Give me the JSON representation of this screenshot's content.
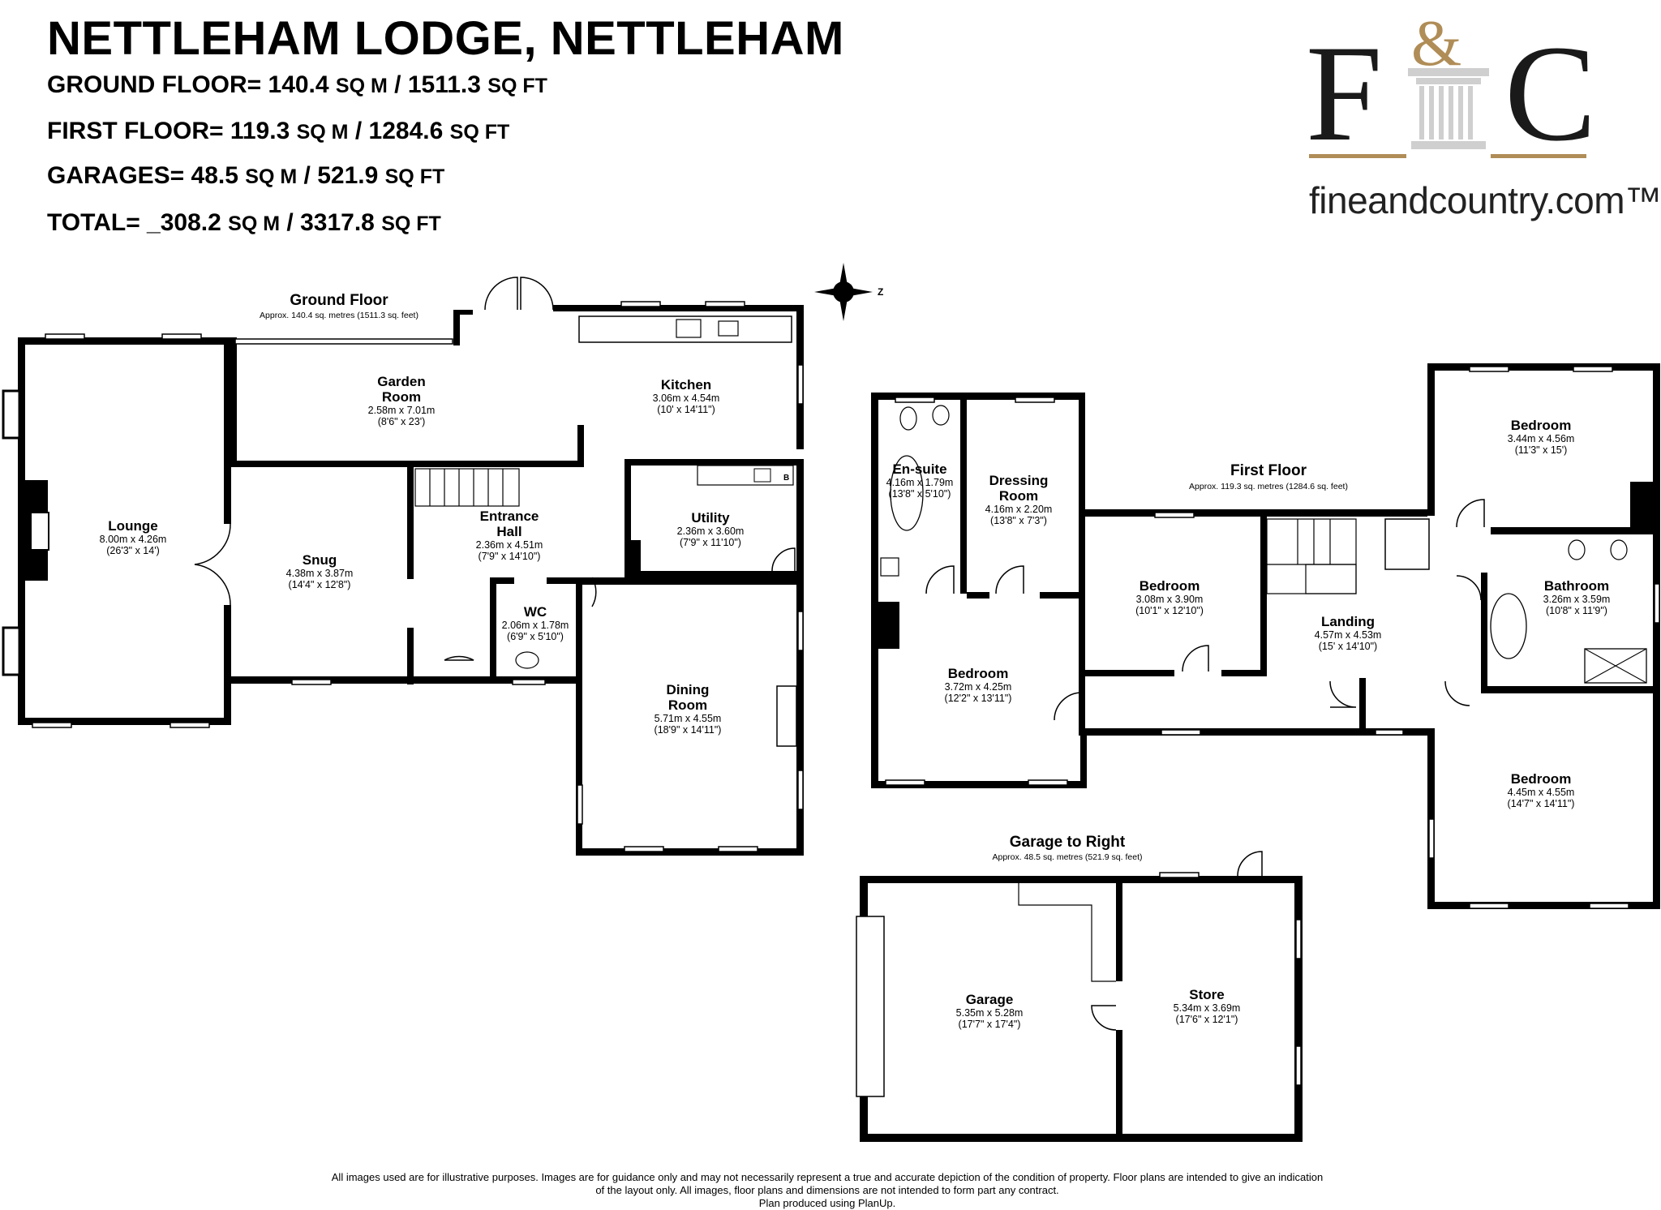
{
  "header": {
    "title": "NETTLEHAM LODGE, NETTLEHAM",
    "lines": [
      {
        "label": "GROUND FLOOR= 140.4",
        "u1": "SQ M",
        "mid": "/ 1511.3",
        "u2": "SQ FT"
      },
      {
        "label": "FIRST FLOOR= 119.3",
        "u1": "SQ M",
        "mid": "/ 1284.6",
        "u2": "SQ FT"
      },
      {
        "label": "GARAGES= 48.5",
        "u1": "SQ M",
        "mid": "/ 521.9",
        "u2": "SQ FT"
      },
      {
        "label": "TOTAL= _308.2",
        "u1": "SQ M",
        "mid": "/ 3317.8",
        "u2": "SQ FT"
      }
    ]
  },
  "logo": {
    "letters_left": "F",
    "ampersand": "&",
    "letters_right": "C",
    "website": "fineandcountry.com™",
    "brand_color": "#b08d57"
  },
  "compass": {
    "label": "Z"
  },
  "floors": {
    "ground": {
      "title": "Ground Floor",
      "subtitle": "Approx. 140.4 sq. metres (1511.3 sq. feet)"
    },
    "first": {
      "title": "First Floor",
      "subtitle": "Approx. 119.3 sq. metres (1284.6 sq. feet)"
    },
    "garage": {
      "title": "Garage to Right",
      "subtitle": "Approx. 48.5 sq. metres (521.9 sq. feet)"
    }
  },
  "rooms": {
    "lounge": {
      "name": "Lounge",
      "metric": "8.00m x 4.26m",
      "imperial": "(26'3\" x 14')"
    },
    "garden_room": {
      "name": "Garden",
      "name2": "Room",
      "metric": "2.58m x 7.01m",
      "imperial": "(8'6\" x 23')"
    },
    "kitchen": {
      "name": "Kitchen",
      "metric": "3.06m x 4.54m",
      "imperial": "(10' x 14'11\")"
    },
    "snug": {
      "name": "Snug",
      "metric": "4.38m x 3.87m",
      "imperial": "(14'4\" x 12'8\")"
    },
    "entrance_hall": {
      "name": "Entrance",
      "name2": "Hall",
      "metric": "2.36m x 4.51m",
      "imperial": "(7'9\" x 14'10\")"
    },
    "utility": {
      "name": "Utility",
      "metric": "2.36m x 3.60m",
      "imperial": "(7'9\" x 11'10\")",
      "boiler": "B"
    },
    "wc": {
      "name": "WC",
      "metric": "2.06m x 1.78m",
      "imperial": "(6'9\" x 5'10\")"
    },
    "dining_room": {
      "name": "Dining",
      "name2": "Room",
      "metric": "5.71m x 4.55m",
      "imperial": "(18'9\" x 14'11\")"
    },
    "ensuite": {
      "name": "En-suite",
      "metric": "4.16m x 1.79m",
      "imperial": "(13'8\" x 5'10\")"
    },
    "dressing_room": {
      "name": "Dressing",
      "name2": "Room",
      "metric": "4.16m x 2.20m",
      "imperial": "(13'8\" x 7'3\")"
    },
    "bedroom_main": {
      "name": "Bedroom",
      "metric": "3.72m x 4.25m",
      "imperial": "(12'2\" x 13'11\")"
    },
    "bedroom_mid": {
      "name": "Bedroom",
      "metric": "3.08m x 3.90m",
      "imperial": "(10'1\" x 12'10\")"
    },
    "landing": {
      "name": "Landing",
      "metric": "4.57m x 4.53m",
      "imperial": "(15' x 14'10\")"
    },
    "bedroom_top_right": {
      "name": "Bedroom",
      "metric": "3.44m x 4.56m",
      "imperial": "(11'3\" x 15')"
    },
    "bathroom": {
      "name": "Bathroom",
      "metric": "3.26m x 3.59m",
      "imperial": "(10'8\" x 11'9\")"
    },
    "bedroom_bottom_right": {
      "name": "Bedroom",
      "metric": "4.45m x 4.55m",
      "imperial": "(14'7\" x 14'11\")"
    },
    "garage": {
      "name": "Garage",
      "metric": "5.35m x 5.28m",
      "imperial": "(17'7\" x 17'4\")"
    },
    "store": {
      "name": "Store",
      "metric": "5.34m x 3.69m",
      "imperial": "(17'6\" x 12'1\")"
    }
  },
  "disclaimer": {
    "line1": "All images used are for illustrative purposes. Images are for guidance only and may not necessarily represent a true and accurate depiction of the condition of property. Floor plans are intended to give an indication",
    "line2": "of the layout only. All images, floor plans and dimensions are not intended to form part any contract.",
    "line3": "Plan produced using PlanUp."
  }
}
